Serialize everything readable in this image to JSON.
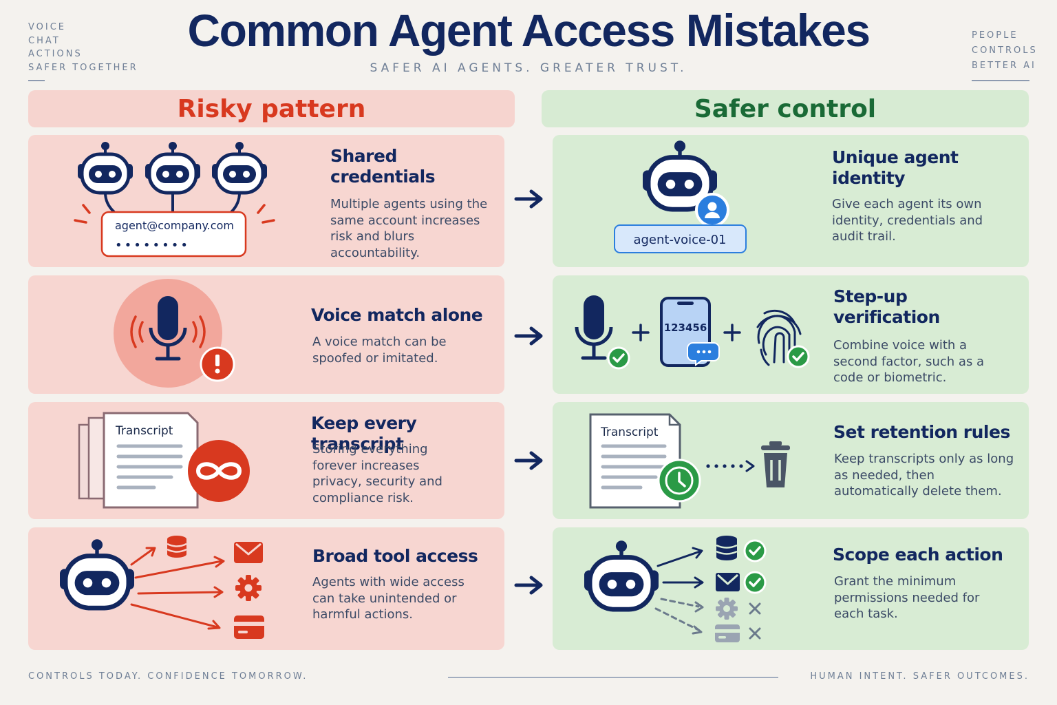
{
  "header": {
    "title": "Common Agent Access Mistakes",
    "subtitle": "SAFER AI AGENTS. GREATER TRUST.",
    "left_stack": [
      "VOICE",
      "CHAT",
      "ACTIONS",
      "SAFER TOGETHER"
    ],
    "right_stack": [
      "PEOPLE",
      "CONTROLS",
      "BETTER AI"
    ]
  },
  "columns": {
    "risky": "Risky pattern",
    "safe": "Safer control"
  },
  "risky": [
    {
      "title": "Shared credentials",
      "desc": "Multiple agents using the same account increases risk and blurs accountability.",
      "email": "agent@company.com",
      "password": "••••••••"
    },
    {
      "title": "Voice match alone",
      "desc": "A voice match can be spoofed or imitated."
    },
    {
      "title": "Keep every transcript",
      "desc": "Storing everything forever increases privacy, security and compliance risk.",
      "doc_label": "Transcript"
    },
    {
      "title": "Broad tool access",
      "desc": "Agents with wide access can take unintended or harmful actions."
    }
  ],
  "safe": [
    {
      "title": "Unique agent identity",
      "desc": "Give each agent its own identity, credentials and audit trail.",
      "badge": "agent-voice-01"
    },
    {
      "title": "Step-up verification",
      "desc": "Combine voice with a second factor, such as a code or biometric.",
      "code": "123456"
    },
    {
      "title": "Set retention rules",
      "desc": "Keep transcripts only as long as needed, then automatically delete them.",
      "doc_label": "Transcript"
    },
    {
      "title": "Scope each action",
      "desc": "Grant the minimum permissions needed for each task."
    }
  ],
  "footer": {
    "left": "CONTROLS TODAY. CONFIDENCE TOMORROW.",
    "right": "HUMAN INTENT. SAFER OUTCOMES."
  },
  "colors": {
    "navy": "#12275f",
    "red": "#d8391f",
    "green": "#1a6a36",
    "risky_bg": "#f7d6d1",
    "safe_bg": "#d8ecd4"
  }
}
